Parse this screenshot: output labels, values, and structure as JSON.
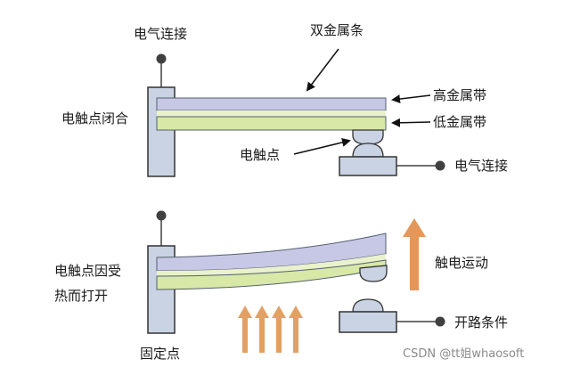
{
  "diagram": {
    "closed_state": {
      "side_label": "电触点闭合",
      "top_connection_label": "电气连接",
      "bimetal_label": "双金属条",
      "high_metal_label": "高金属带",
      "low_metal_label": "低金属带",
      "contact_label": "电触点",
      "right_connection_label": "电气连接"
    },
    "open_state": {
      "side_label_line1": "电触点因受",
      "side_label_line2": "热而打开",
      "motion_label": "触电运动",
      "open_circuit_label": "开路条件",
      "fixed_point_label": "固定点"
    },
    "colors": {
      "support_fill": "#c9d3e3",
      "support_stroke": "#333333",
      "high_metal": "#c7c7e6",
      "low_metal": "#d7e8a7",
      "strip_outline": "#55606e",
      "heat_arrow": "#e2a065",
      "motion_arrow": "#e4975a",
      "terminal_dot": "#404040"
    },
    "watermark": "CSDN @tt姐whaosoft"
  }
}
